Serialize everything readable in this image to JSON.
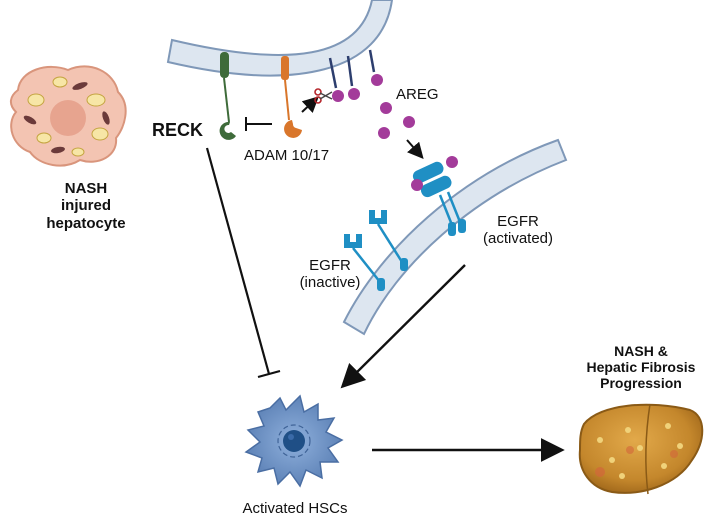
{
  "labels": {
    "reck": "RECK",
    "adam": "ADAM 10/17",
    "areg": "AREG",
    "hepatocyte": [
      "NASH",
      "injured",
      "hepatocyte"
    ],
    "egfr_active": [
      "EGFR",
      "(activated)"
    ],
    "egfr_inactive": [
      "EGFR",
      "(inactive)"
    ],
    "hscs": "Activated HSCs",
    "progression": [
      "NASH &",
      "Hepatic Fibrosis",
      "Progression"
    ]
  },
  "colors": {
    "membrane_fill": "#dde6f0",
    "membrane_stroke": "#7f98b8",
    "reck": "#3e6b3a",
    "adam": "#d9762b",
    "areg_ligand": "#a33b9a",
    "egfr": "#1f8fc4",
    "hsc_cell": "#6d93c8",
    "hsc_nucleus": "#1f4f86",
    "liver": "#c98a2e",
    "hepatocyte": "#f3c4b2",
    "arrow": "#111111"
  },
  "icons": [
    "scissors-icon",
    "hepatocyte-cell-icon",
    "liver-organ-icon",
    "stellate-cell-icon"
  ]
}
